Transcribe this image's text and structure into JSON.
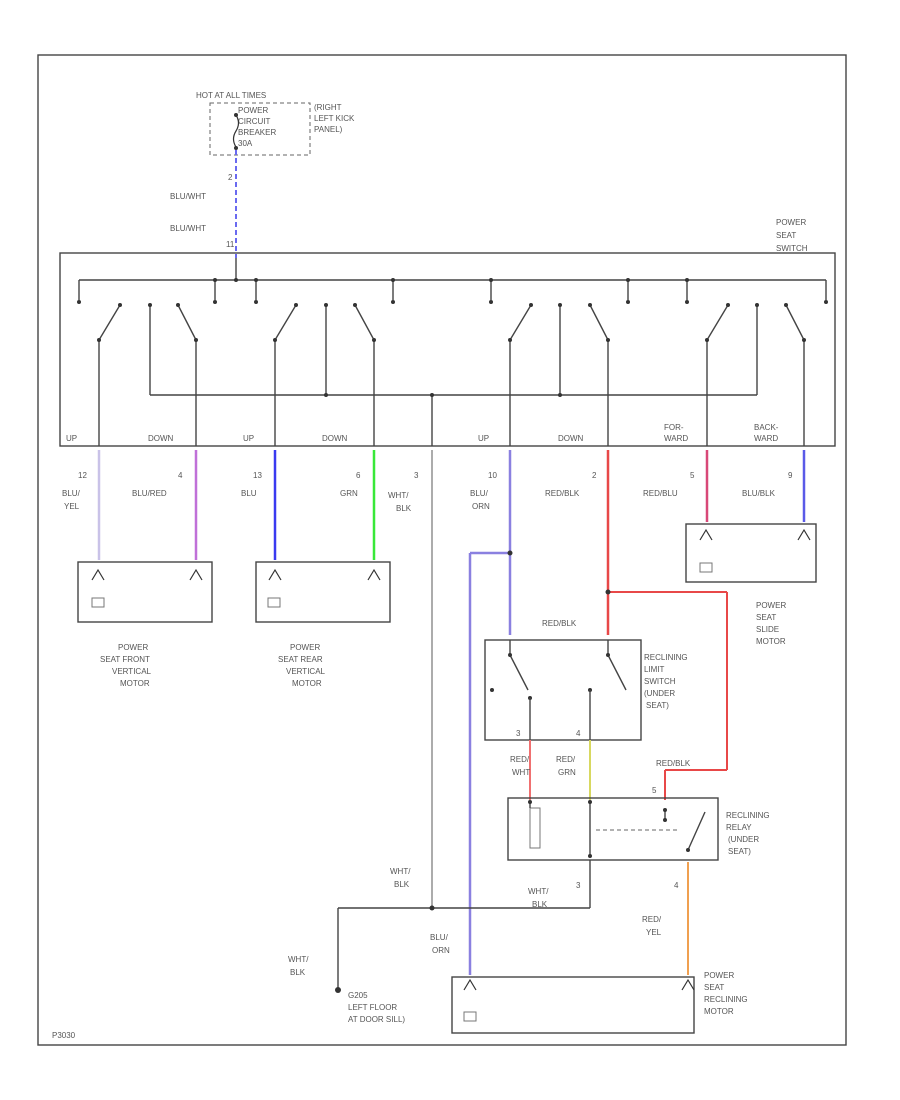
{
  "fuse_block": {
    "header": "HOT AT ALL TIMES",
    "lines": [
      "POWER",
      "CIRCUIT",
      "BREAKER",
      "30A"
    ],
    "location": [
      "(RIGHT",
      "LEFT KICK",
      "PANEL)"
    ]
  },
  "feed_wire": {
    "pin": "2",
    "color_upper": "BLU/WHT",
    "color_lower": "BLU/WHT",
    "conn": "11"
  },
  "switch": {
    "name": [
      "POWER",
      "SEAT",
      "SWITCH"
    ]
  },
  "switch_terminals": [
    {
      "label": "UP",
      "pin": "12",
      "wire": [
        "BLU/",
        "YEL"
      ],
      "color": "#c9c2e8"
    },
    {
      "label": "DOWN",
      "pin": "4",
      "wire": [
        "BLU/RED"
      ],
      "color": "#c070d8"
    },
    {
      "label": "UP",
      "pin": "13",
      "wire": [
        "BLU"
      ],
      "color": "#3a3af0"
    },
    {
      "label": "DOWN",
      "pin": "6",
      "wire": [
        "GRN"
      ],
      "color": "#38e838"
    },
    {
      "label": "",
      "pin": "3",
      "wire": [
        "WHT/",
        "BLK"
      ],
      "color": "#888888"
    },
    {
      "label": "UP",
      "pin": "10",
      "wire": [
        "BLU/",
        "ORN"
      ],
      "color": "#8a80e0"
    },
    {
      "label": "DOWN",
      "pin": "2",
      "wire": [
        "RED/BLK"
      ],
      "color": "#e84848"
    },
    {
      "label": "FOR-\nWARD",
      "pin": "5",
      "wire": [
        "RED/BLU"
      ],
      "color": "#d84878"
    },
    {
      "label": "BACK-\nWARD",
      "pin": "9",
      "wire": [
        "BLU/BLK"
      ],
      "color": "#5a5ae8"
    }
  ],
  "motors": {
    "front": [
      "POWER",
      "SEAT FRONT",
      "VERTICAL",
      "MOTOR"
    ],
    "rear": [
      "POWER",
      "SEAT REAR",
      "VERTICAL",
      "MOTOR"
    ],
    "slide": [
      "POWER",
      "SEAT",
      "SLIDE",
      "MOTOR"
    ],
    "reclining": [
      "POWER",
      "SEAT",
      "RECLINING",
      "MOTOR"
    ]
  },
  "limit_switch": {
    "name": [
      "RECLINING",
      "LIMIT",
      "SWITCH",
      "(UNDER",
      "SEAT)"
    ],
    "feed_wire": "RED/BLK",
    "pin_a": "3",
    "wire_a": [
      "RED/",
      "WHT"
    ],
    "color_a": "#f07070",
    "pin_b": "4",
    "wire_b": [
      "RED/",
      "GRN"
    ],
    "color_b": "#d8d860"
  },
  "relay": {
    "name": [
      "RECLINING",
      "RELAY",
      "(UNDER",
      "SEAT)"
    ],
    "feed_wire": "RED/BLK",
    "feed_pin": "5",
    "ground_pin": "3",
    "ground_wire": [
      "WHT/",
      "BLK"
    ],
    "out_pin": "4",
    "out_wire": [
      "RED/",
      "YEL"
    ],
    "out_color": "#f0a050"
  },
  "ground": {
    "wire_left": [
      "WHT/",
      "BLK"
    ],
    "wire_lower": [
      "WHT/",
      "BLK"
    ],
    "label": [
      "G205",
      "LEFT FLOOR",
      "AT DOOR SILL)"
    ]
  },
  "recline_feed": {
    "wire": [
      "BLU/",
      "ORN"
    ],
    "color": "#8a80e0"
  },
  "footer_code": "P3030"
}
